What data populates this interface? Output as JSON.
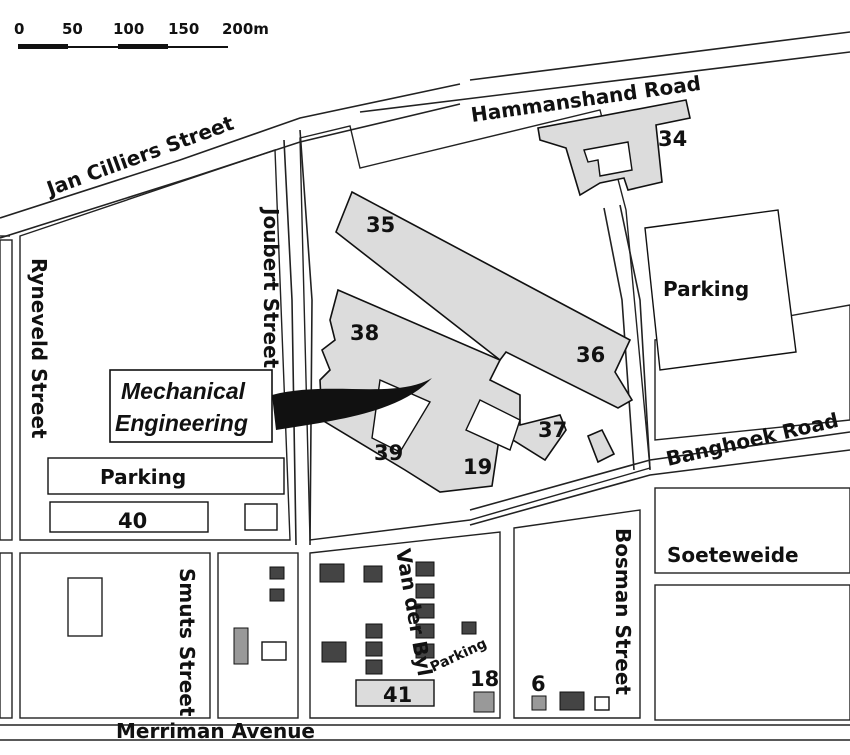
{
  "scale_bar": {
    "labels": [
      "0",
      "50",
      "100",
      "150",
      "200m"
    ]
  },
  "streets": {
    "jan_cilliers": "Jan Cilliers Street",
    "hammanshand": "Hammanshand Road",
    "joubert": "Joubert Street",
    "ryneveld": "Ryneveld Street",
    "banghoek": "Banghoek Road",
    "soeteweide": "Soeteweide",
    "bosman": "Bosman Street",
    "smuts": "Smuts Street",
    "van_der_byl": "Van der Byl",
    "merriman": "Merriman Avenue"
  },
  "areas": {
    "parking_east": "Parking",
    "parking_west": "Parking",
    "parking_small": "Parking"
  },
  "buildings": {
    "b34": "34",
    "b35": "35",
    "b36": "36",
    "b37": "37",
    "b38": "38",
    "b39": "39",
    "b19": "19",
    "b40": "40",
    "b41": "41",
    "b18": "18",
    "b6": "6"
  },
  "callout": {
    "line1": "Mechanical",
    "line2": "Engineering"
  },
  "colors": {
    "building_fill": "#dcdcdc",
    "ink": "#111111",
    "dark_block": "#444444"
  }
}
